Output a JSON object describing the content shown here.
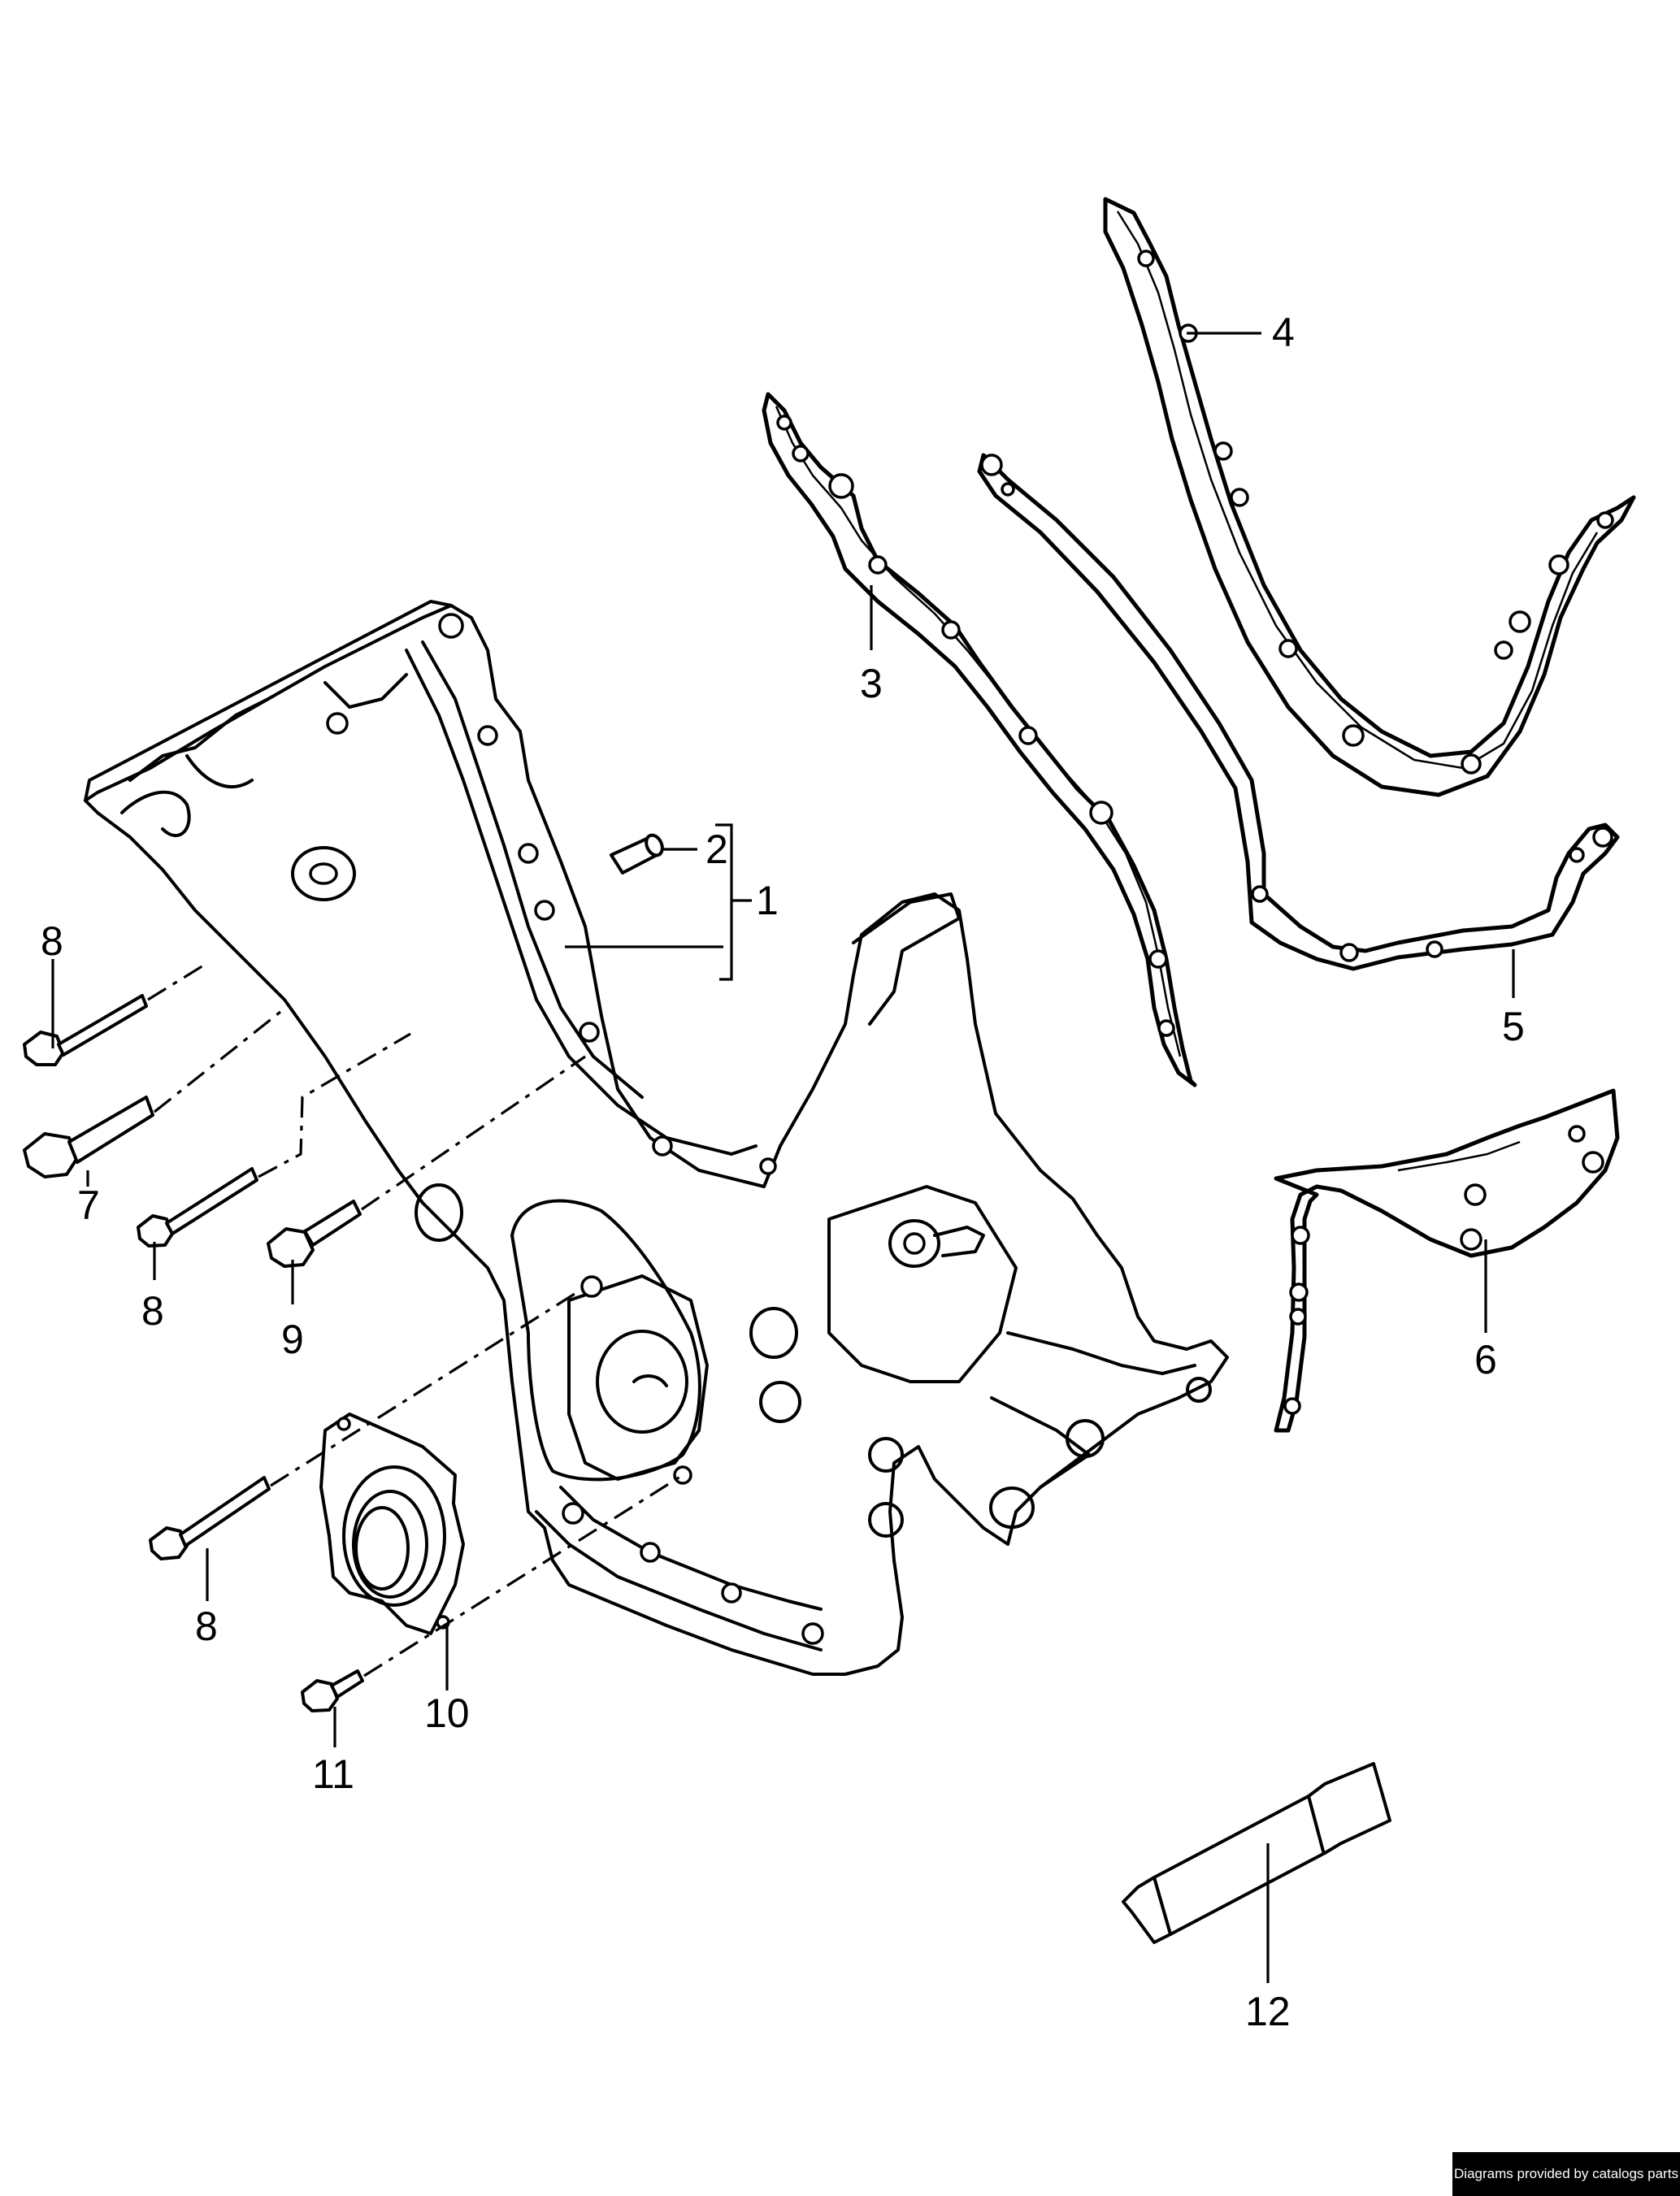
{
  "callouts": {
    "c1": "1",
    "c2": "2",
    "c3": "3",
    "c4": "4",
    "c5": "5",
    "c6": "6",
    "c7": "7",
    "c8a": "8",
    "c8b": "8",
    "c8c": "8",
    "c9": "9",
    "c10": "10",
    "c11": "11",
    "c12": "12"
  },
  "footer": {
    "credit": "Diagrams provided by catalogs parts"
  },
  "colors": {
    "line": "#000000",
    "background": "#ffffff",
    "footer_bg": "#000000",
    "footer_text": "#ffffff"
  }
}
